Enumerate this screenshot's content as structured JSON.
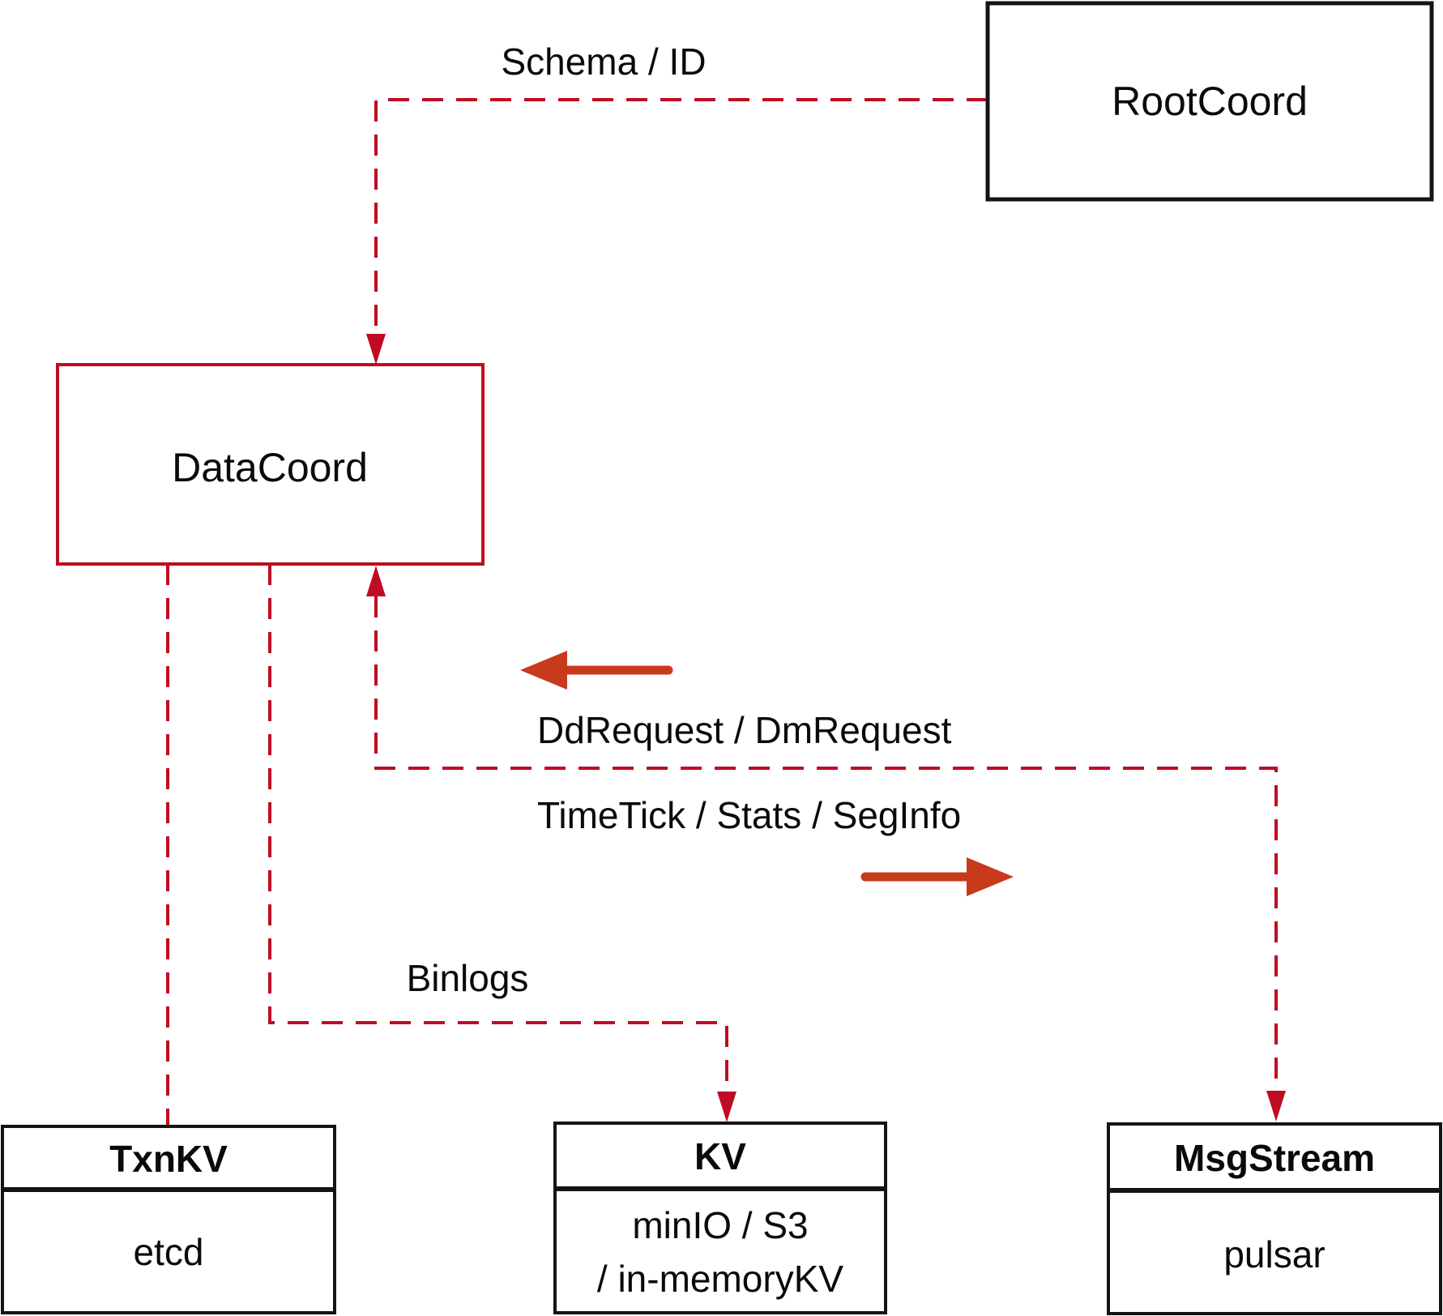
{
  "nodes": {
    "rootcoord": {
      "label": "RootCoord"
    },
    "datacoord": {
      "label": "DataCoord"
    },
    "txnkv": {
      "header": "TxnKV",
      "body": "etcd"
    },
    "kv": {
      "header": "KV",
      "body_line1": "minIO / S3",
      "body_line2": "/ in-memoryKV"
    },
    "msgstream": {
      "header": "MsgStream",
      "body": "pulsar"
    }
  },
  "edges": {
    "schema_id": {
      "label": "Schema / ID"
    },
    "dd_dm": {
      "label": "DdRequest / DmRequest"
    },
    "timetick": {
      "label": "TimeTick / Stats / SegInfo"
    },
    "binlogs": {
      "label": "Binlogs"
    }
  },
  "colors": {
    "crimson": "#be0d23",
    "vermilion": "#c83a1c",
    "ink": "#0a0a0a",
    "border_black": "#141414"
  }
}
